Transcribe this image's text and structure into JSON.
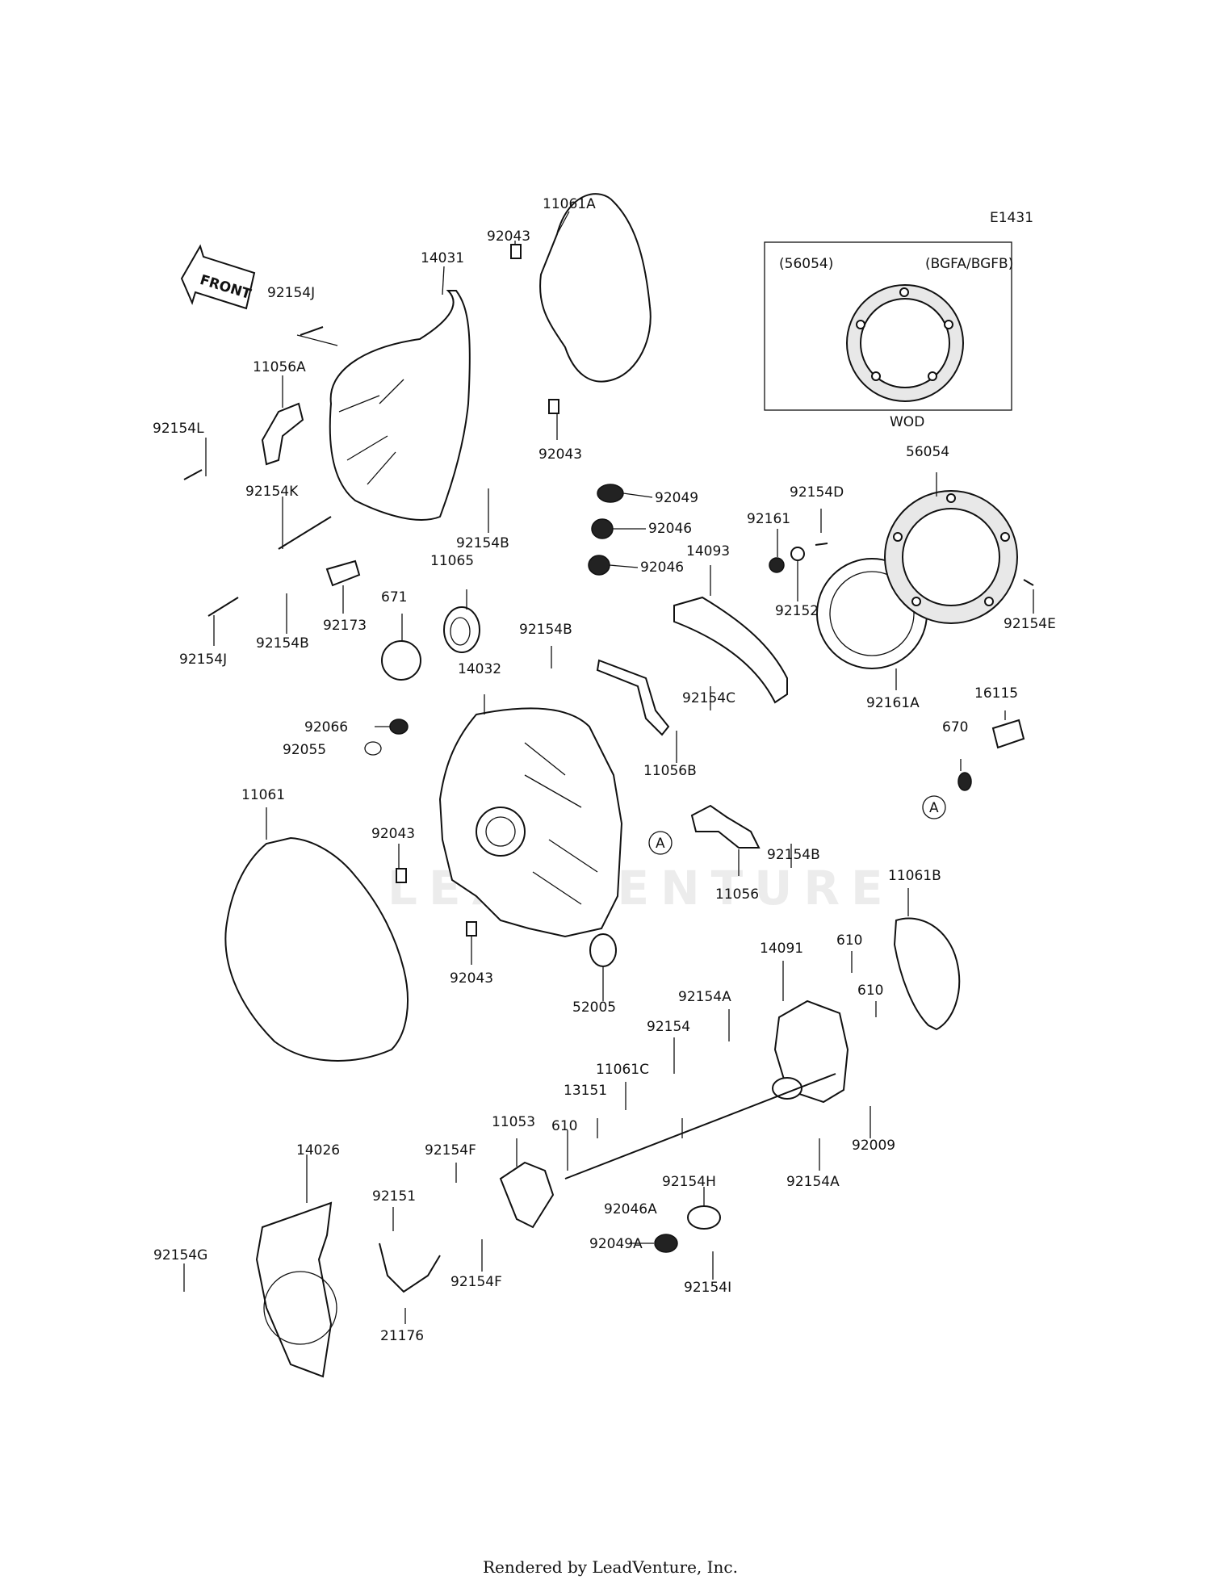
{
  "diagram_id": "E1431",
  "front_label": "FRONT",
  "footer": "Rendered by LeadVenture, Inc.",
  "watermark": "LEADVENTURE",
  "inset": {
    "part": "(56054)",
    "models": "(BGFA/BGFB)",
    "caption": "WOD"
  },
  "callout_letter": "A",
  "labels": {
    "p11061A": "11061A",
    "p92043a": "92043",
    "p14031": "14031",
    "p92154J_top": "92154J",
    "p11056A": "11056A",
    "p92154L": "92154L",
    "p92043b": "92043",
    "p92154K": "92154K",
    "p92154B_a": "92154B",
    "p11065": "11065",
    "p671": "671",
    "p92154J_bot": "92154J",
    "p92154B_b": "92154B",
    "p92173": "92173",
    "p92049": "92049",
    "p92046a": "92046",
    "p92046b": "92046",
    "p92154D": "92154D",
    "p92161": "92161",
    "p14093": "14093",
    "p92152": "92152",
    "p56054": "56054",
    "p92154E": "92154E",
    "p92154B_c": "92154B",
    "p14032": "14032",
    "p92154C": "92154C",
    "p92161A": "92161A",
    "p16115": "16115",
    "p670": "670",
    "p92066": "92066",
    "p92055": "92055",
    "p11056B": "11056B",
    "p11061": "11061",
    "p92043c": "92043",
    "p92154B_d": "92154B",
    "p11056": "11056",
    "p11061B": "11061B",
    "p92043d": "92043",
    "p52005": "52005",
    "p610a": "610",
    "p14091": "14091",
    "p610b": "610",
    "p92154A_a": "92154A",
    "p92154": "92154",
    "p11061C": "11061C",
    "p13151": "13151",
    "p11053": "11053",
    "p610c": "610",
    "p92154F_a": "92154F",
    "p14026": "14026",
    "p92151": "92151",
    "p92009": "92009",
    "p92154H": "92154H",
    "p92154A_b": "92154A",
    "p92046A": "92046A",
    "p92049A": "92049A",
    "p92154G": "92154G",
    "p92154F_b": "92154F",
    "p92154I": "92154I",
    "p21176": "21176"
  }
}
